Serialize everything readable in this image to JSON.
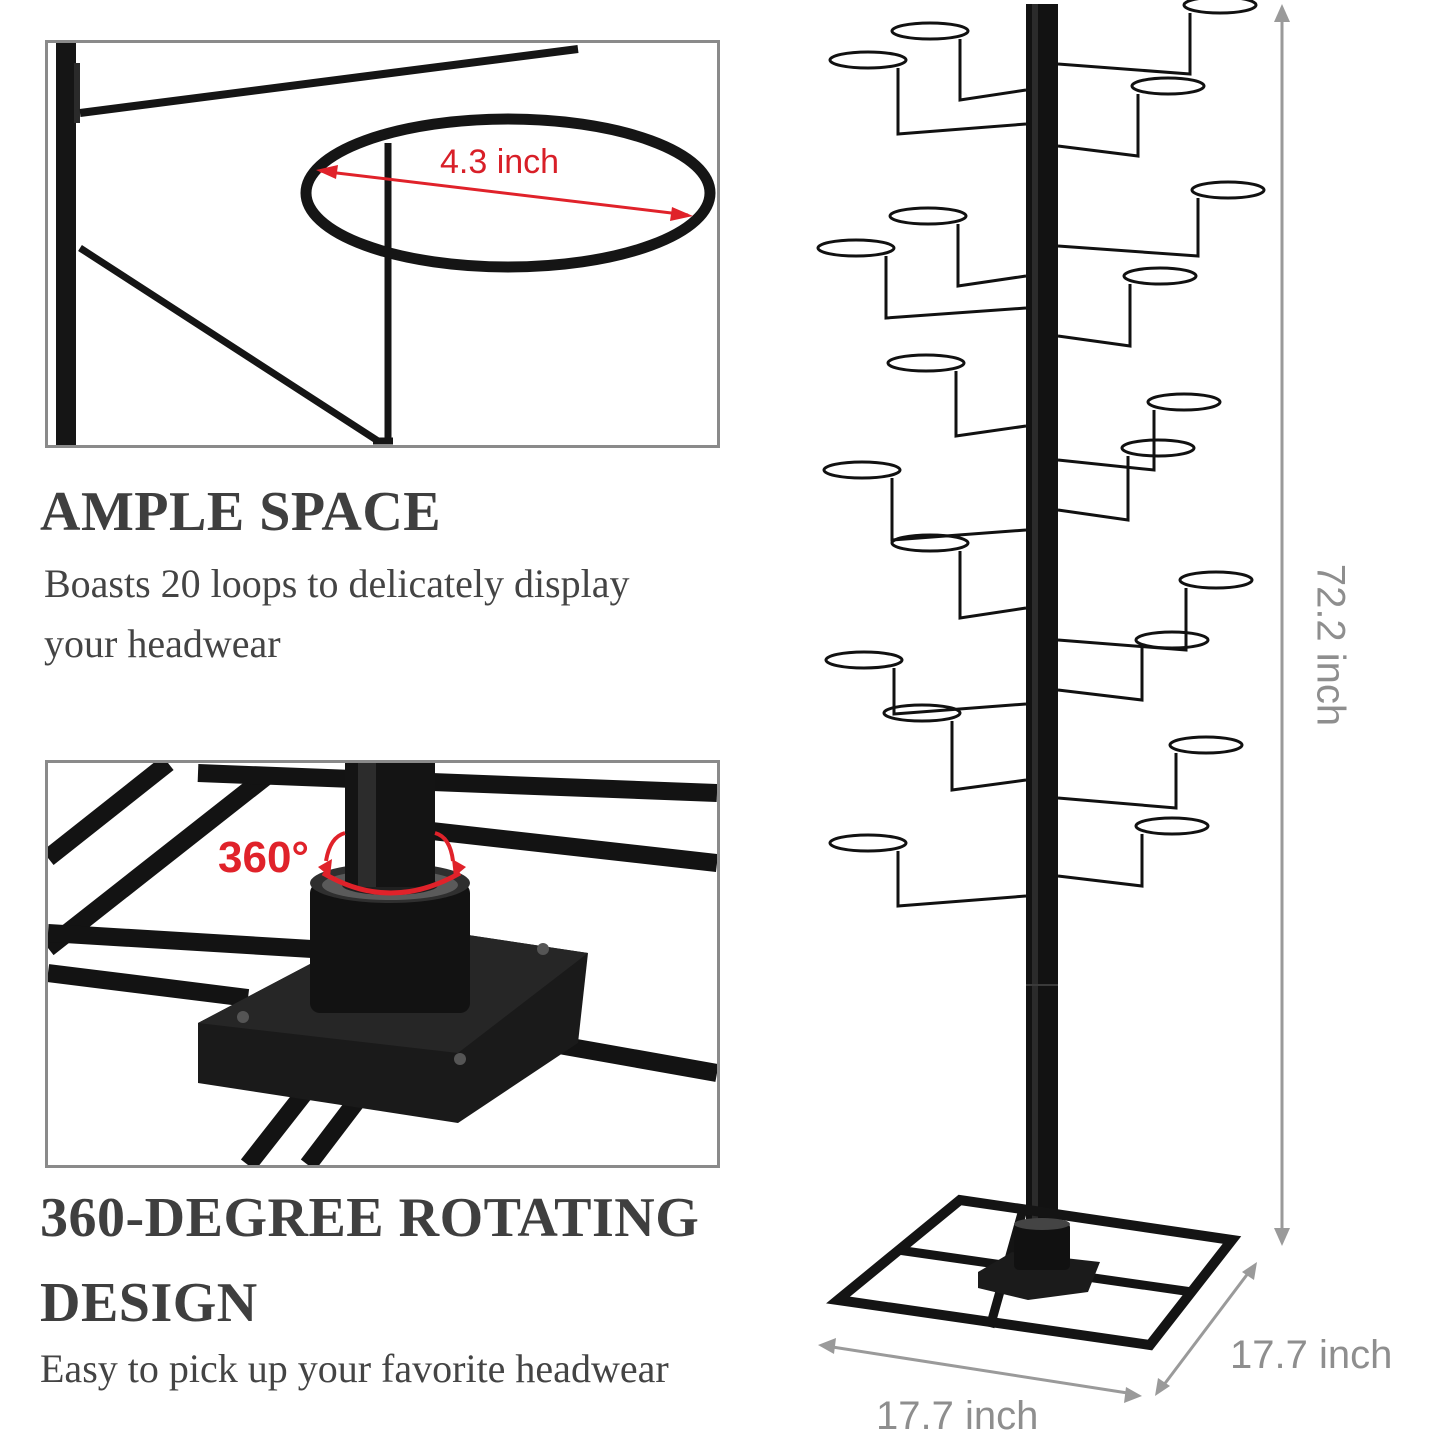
{
  "top_panel": {
    "measure_label": "4.3 inch",
    "accent_color": "#e0222a"
  },
  "section_1": {
    "heading": "AMPLE SPACE",
    "description_line_1": "Boasts 20 loops to delicately display",
    "description_line_2": "your headwear"
  },
  "bottom_panel": {
    "rotation_label": "360°"
  },
  "section_2": {
    "heading_line_1": "360-DEGREE ROTATING",
    "heading_line_2": "DESIGN",
    "description": "Easy to pick up your favorite headwear"
  },
  "product": {
    "height_label": "72.2 inch",
    "width_label": "17.7 inch",
    "depth_label": "17.7 inch",
    "loop_count": 20,
    "frame_color": "#111111"
  }
}
